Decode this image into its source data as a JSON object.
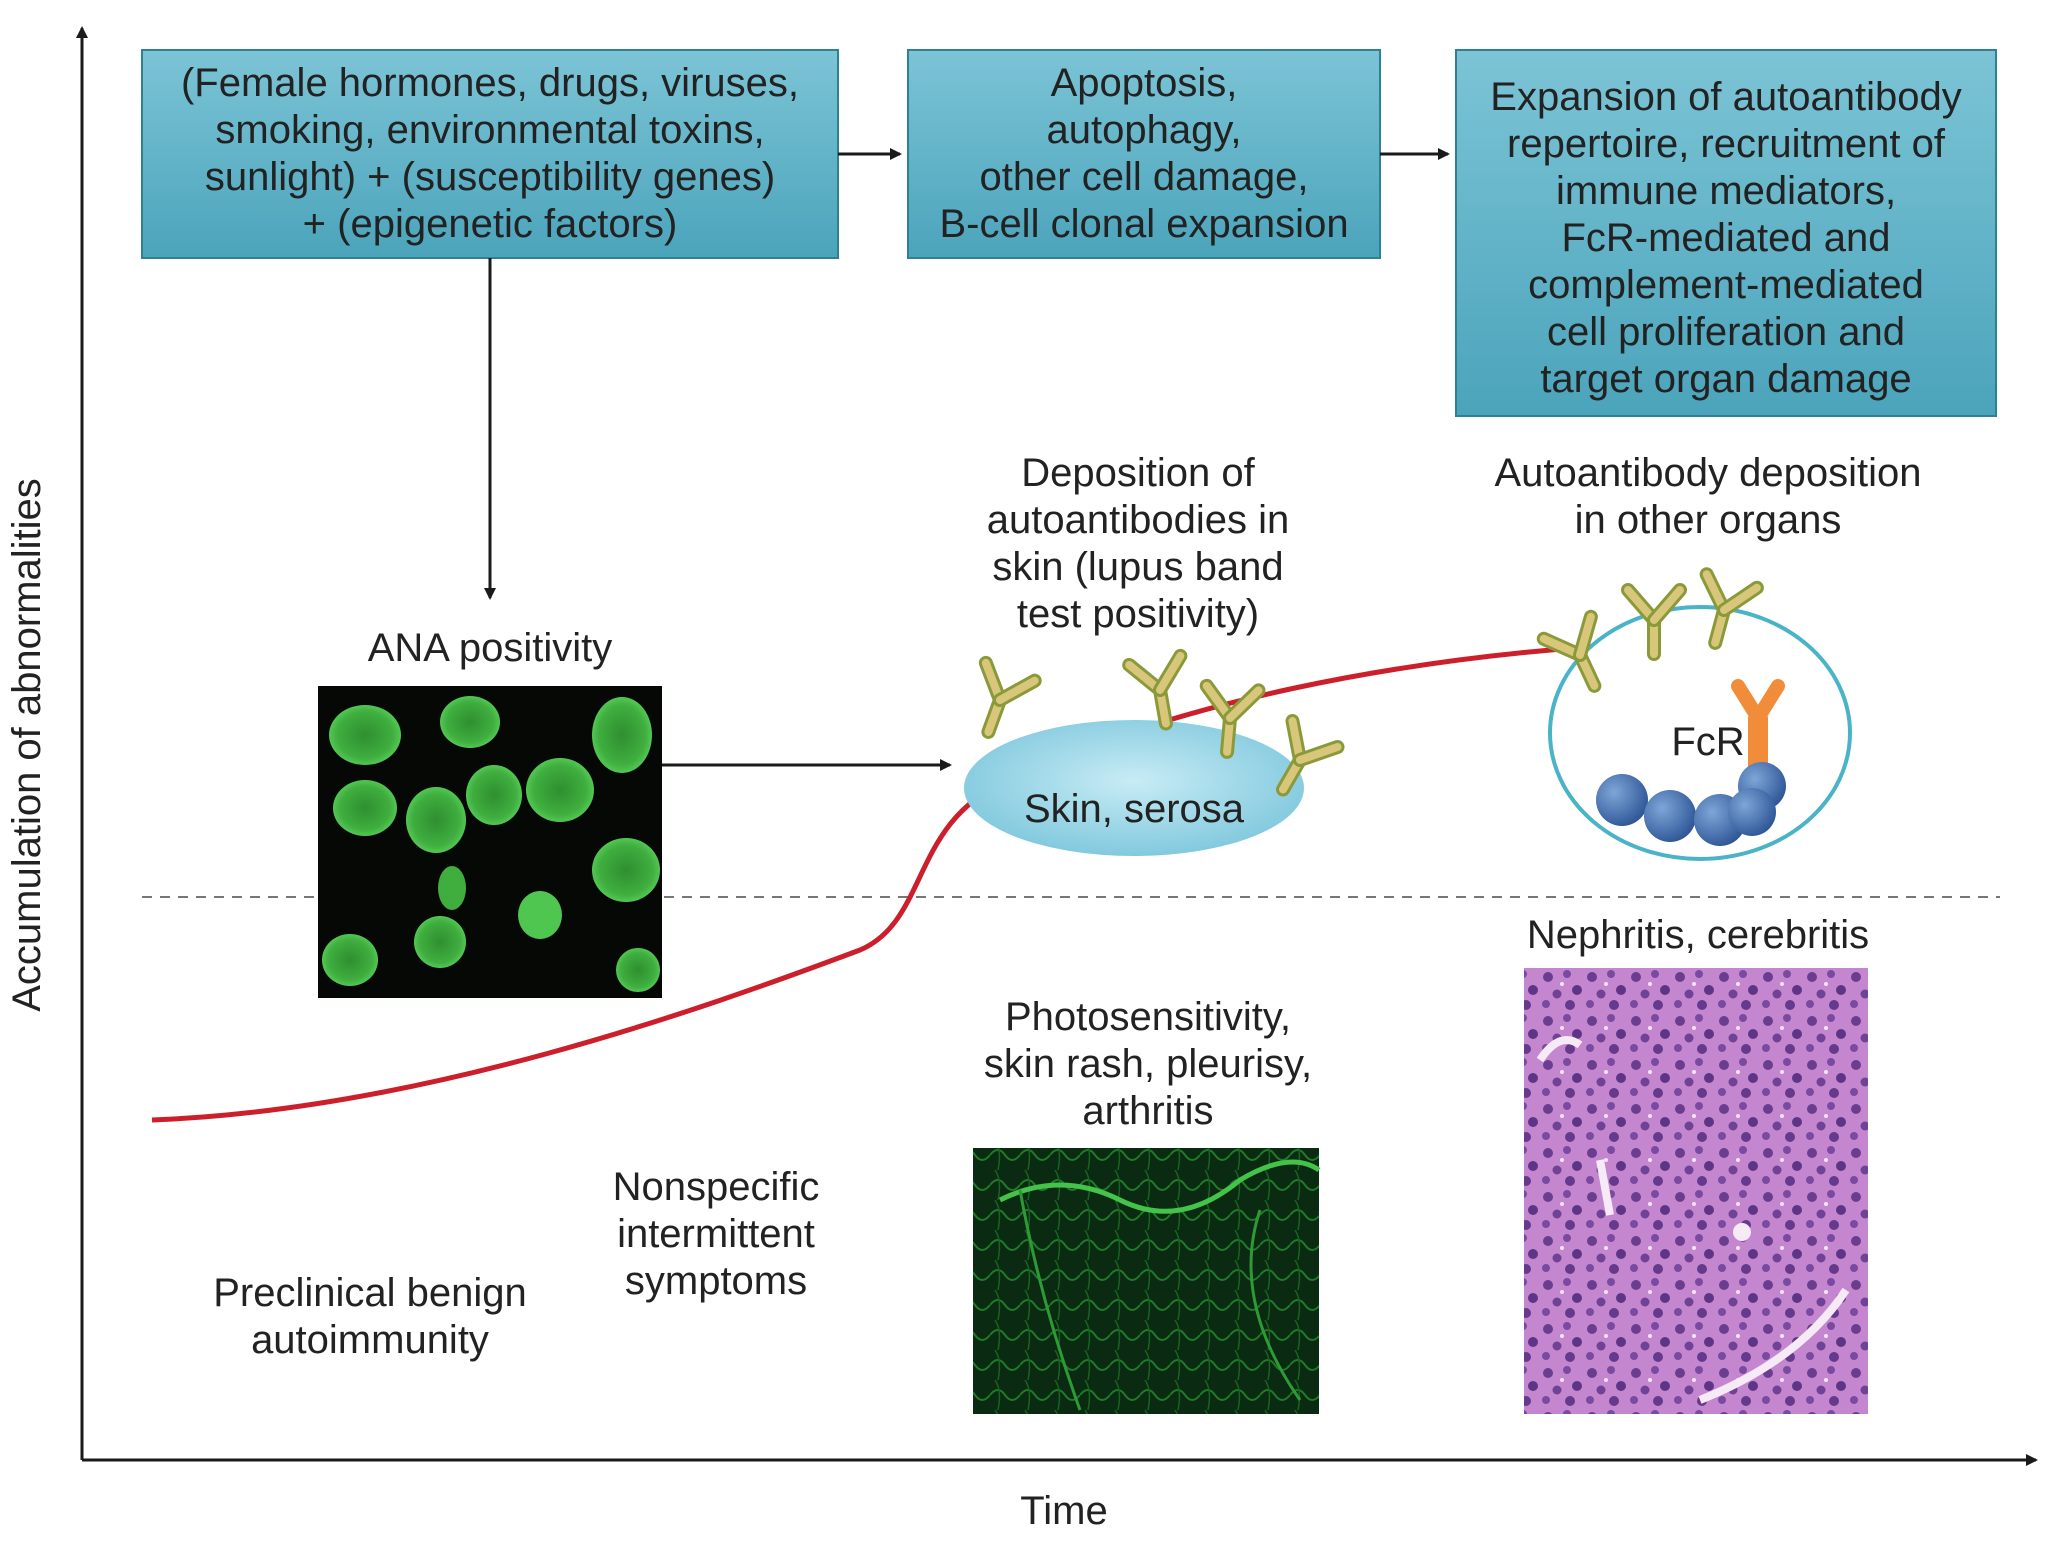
{
  "axes": {
    "x_label": "Time",
    "y_label": "Accumulation of abnormalities"
  },
  "boxes": [
    {
      "lines": [
        "(Female hormones, drugs, viruses,",
        "smoking, environmental toxins,",
        "sunlight) + (susceptibility genes)",
        "+ (epigenetic factors)"
      ]
    },
    {
      "lines": [
        "Apoptosis,",
        "autophagy,",
        "other cell damage,",
        "B-cell clonal expansion"
      ]
    },
    {
      "lines": [
        "Expansion of autoantibody",
        "repertoire, recruitment of",
        "immune mediators,",
        "FcR-mediated and",
        "complement-mediated",
        "cell proliferation and",
        "target organ damage"
      ]
    }
  ],
  "labels": {
    "ana": "ANA positivity",
    "skin_deposition": [
      "Deposition of",
      "autoantibodies in",
      "skin (lupus band",
      "test positivity)"
    ],
    "organ_deposition": [
      "Autoantibody deposition",
      "in other organs"
    ],
    "skin_serosa": "Skin, serosa",
    "fcr": "FcR",
    "nephritis": "Nephritis, cerebritis",
    "photosensitivity": [
      "Photosensitivity,",
      "skin rash, pleurisy,",
      "arthritis"
    ],
    "nonspecific": [
      "Nonspecific",
      "intermittent",
      "symptoms"
    ],
    "preclinical": [
      "Preclinical benign",
      "autoimmunity"
    ]
  },
  "colors": {
    "box_fill": "#5eb3c8",
    "box_border": "#2f7f95",
    "curve": "#cc1f2b",
    "ellipse": "#8fd0e2",
    "micro_green": "#3fae3f",
    "histology": "#b974c6",
    "antibody": "#d8c77a",
    "receptor": "#f08c3a",
    "complement": "#3f6fae"
  }
}
